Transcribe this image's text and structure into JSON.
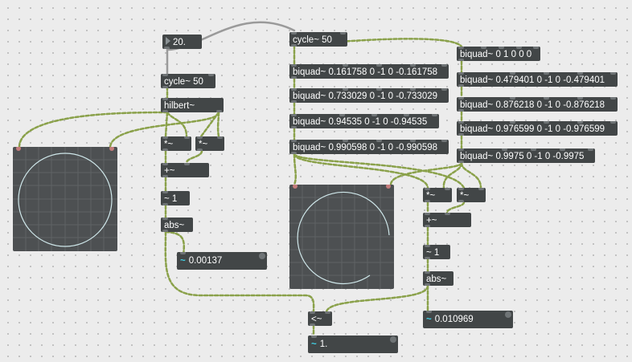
{
  "objects": {
    "cycle_left": "cycle~ 50",
    "hilbert": "hilbert~",
    "mult_left_a": "*~",
    "mult_left_b": "*~",
    "plus_left": "+~",
    "pow_left": "~ 1",
    "abs_left": "abs~",
    "cycle_top": "cycle~ 50",
    "biquad_a1": "biquad~ 0.161758 0 -1 0 -0.161758",
    "biquad_a2": "biquad~ 0.733029 0 -1 0 -0.733029",
    "biquad_a3": "biquad~ 0.94535 0 -1 0 -0.94535",
    "biquad_a4": "biquad~ 0.990598 0 -1 0 -0.990598",
    "biquad_b0": "biquad~ 0 1 0 0 0",
    "biquad_b1": "biquad~ 0.479401 0 -1 0 -0.479401",
    "biquad_b2": "biquad~ 0.876218 0 -1 0 -0.876218",
    "biquad_b3": "biquad~ 0.976599 0 -1 0 -0.976599",
    "biquad_b4": "biquad~ 0.9975 0 -1 0 -0.9975",
    "mult_right_a": "*~",
    "mult_right_b": "*~",
    "plus_right": "+~",
    "pow_right": "~ 1",
    "abs_right": "abs~",
    "less_than": "<~"
  },
  "number_boxes": {
    "freq_input": "20.",
    "number_left": "0.00137",
    "number_right": "0.010969",
    "number_compare": "1."
  },
  "signal_glyph": "~",
  "colors": {
    "canvas": "#ececec",
    "object_fill": "#424647",
    "signal_cord": "#8aa14a",
    "control_cord": "#9a9a9a",
    "scope_bg": "#4d5052",
    "scope_trace": "#cfe7ea",
    "tilde_accent": "#41d3e8"
  },
  "icons": {
    "number_triangle": "number-box-triangle-icon",
    "scope_trace": "lissajous-circle-trace"
  }
}
